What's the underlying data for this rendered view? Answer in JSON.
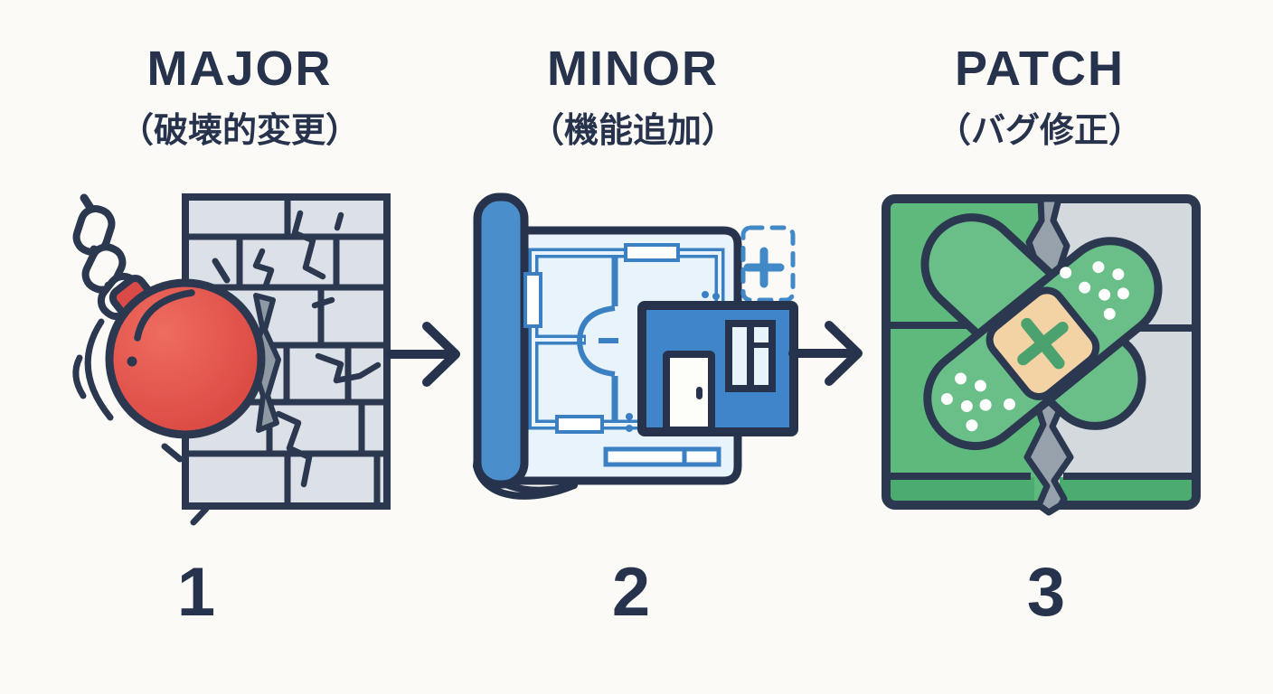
{
  "diagram": {
    "title_meaning": "semantic versioning steps",
    "columns": [
      {
        "step": "1",
        "title": "MAJOR",
        "subtitle": "（破壊的変更）",
        "icon": "wrecking-ball-breaking-wall"
      },
      {
        "step": "2",
        "title": "MINOR",
        "subtitle": "（機能追加）",
        "icon": "blueprint-with-extension"
      },
      {
        "step": "3",
        "title": "PATCH",
        "subtitle": "（バグ修正）",
        "icon": "bandage-over-crack"
      }
    ],
    "arrows": [
      {
        "from": "MAJOR",
        "to": "MINOR"
      },
      {
        "from": "MINOR",
        "to": "PATCH"
      }
    ]
  },
  "icons": {
    "wrecking-ball-icon": "red ball on chain",
    "chain-icon": "chain links",
    "brick-wall-icon": "cracked brick wall",
    "blueprint-icon": "rolled blueprint floor plan",
    "building-extension-icon": "added room with door and window",
    "plus-icon": "+",
    "dashed-addition-icon": "dashed outline square",
    "arrow-right-icon": "→",
    "cracked-panel-icon": "split green/gray panel",
    "bandage-icon": "crossed adhesive bandages with cross pad"
  },
  "colors": {
    "background": "#fbfaf6",
    "ink_navy": "#27324d",
    "outline_navy": "#2b3850",
    "ball_red": "#e2564e",
    "ball_red_dark": "#d8453f",
    "brick_gray": "#dce1e7",
    "crevice_gray": "#8e99a4",
    "blueprint_blue": "#4a8fcb",
    "plan_line_blue": "#3a80c3",
    "paper_blue": "#e9f3fb",
    "building_blue": "#3e86c9",
    "panel_green": "#5eba7c",
    "band_green": "#4cab6e",
    "bandage_green": "#69bf87",
    "pad_tan": "#f3d2a4",
    "cross_green": "#4ba26e",
    "panel_gray": "#d4d9de",
    "crack_gray": "#97a1ab"
  }
}
